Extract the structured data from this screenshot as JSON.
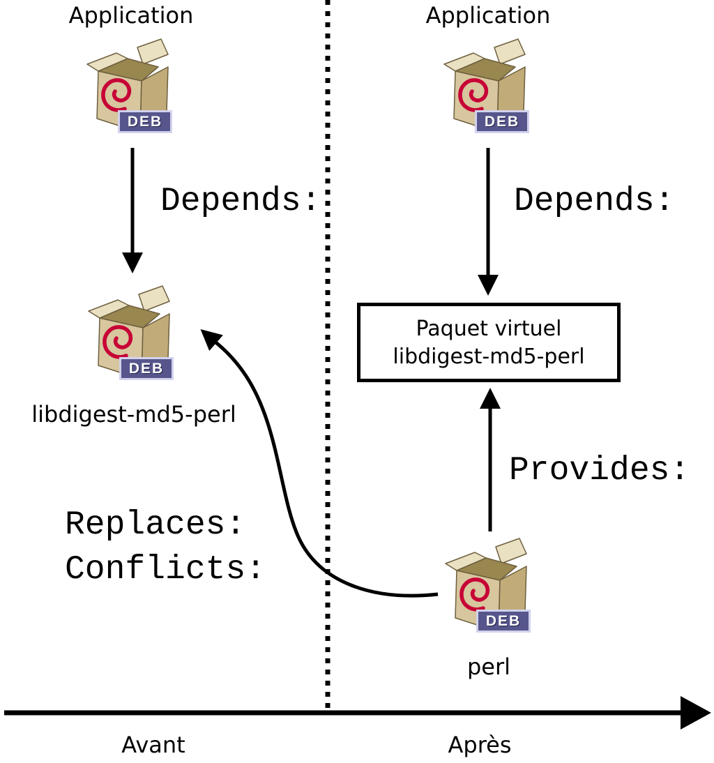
{
  "left": {
    "application_label": "Application",
    "depends_label": "Depends:",
    "package_label": "libdigest-md5-perl",
    "replaces_label": "Replaces:",
    "conflicts_label": "Conflicts:"
  },
  "right": {
    "application_label": "Application",
    "depends_label": "Depends:",
    "provides_label": "Provides:",
    "package_label": "perl"
  },
  "virtual_package_box": {
    "line1": "Paquet virtuel",
    "line2": "libdigest-md5-perl"
  },
  "timeline": {
    "before_label": "Avant",
    "after_label": "Après"
  },
  "deb_badge_label": "DEB",
  "colors": {
    "arrow": "#000000",
    "box_front": "#d7c69e",
    "box_side": "#c1ab79",
    "box_interior": "#998750",
    "box_flap": "#eae0c2",
    "debian_swirl": "#c70036",
    "badge_background": "#56568c",
    "badge_border": "#d2d2ee",
    "badge_text": "#ffffff"
  }
}
